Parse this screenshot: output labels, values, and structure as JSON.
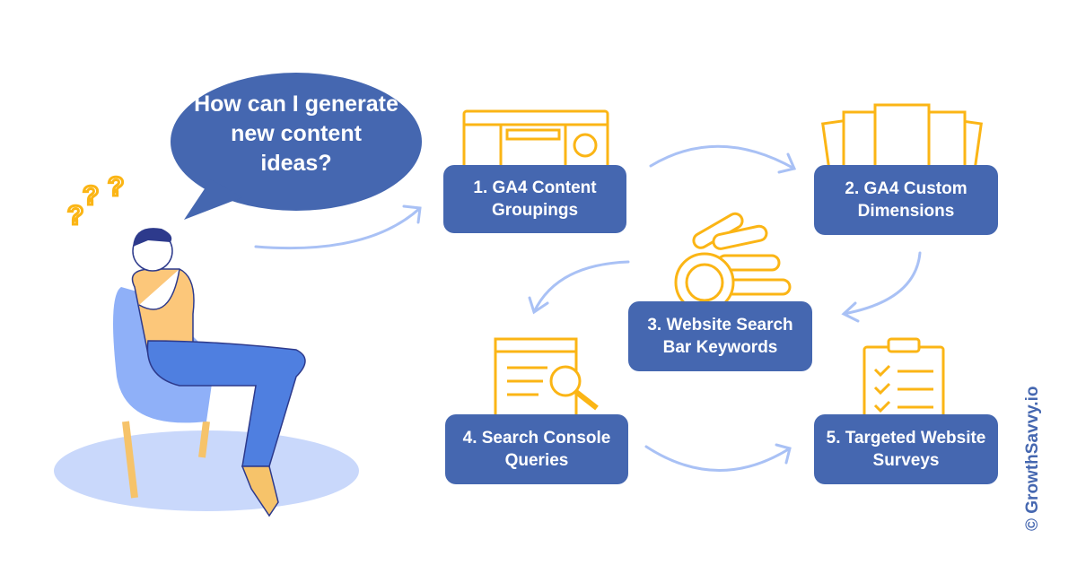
{
  "bubble": {
    "text": "How can I generate new content ideas?"
  },
  "steps": [
    {
      "label": "1. GA4 Content Groupings"
    },
    {
      "label": "2. GA4 Custom Dimensions"
    },
    {
      "label": "3. Website Search Bar Keywords"
    },
    {
      "label": "4. Search Console Queries"
    },
    {
      "label": "5. Targeted Website Surveys"
    }
  ],
  "watermark": "© GrowthSavvy.io",
  "colors": {
    "box": "#4567b0",
    "accent": "#fbb515",
    "arrow": "#a9c1f5"
  }
}
